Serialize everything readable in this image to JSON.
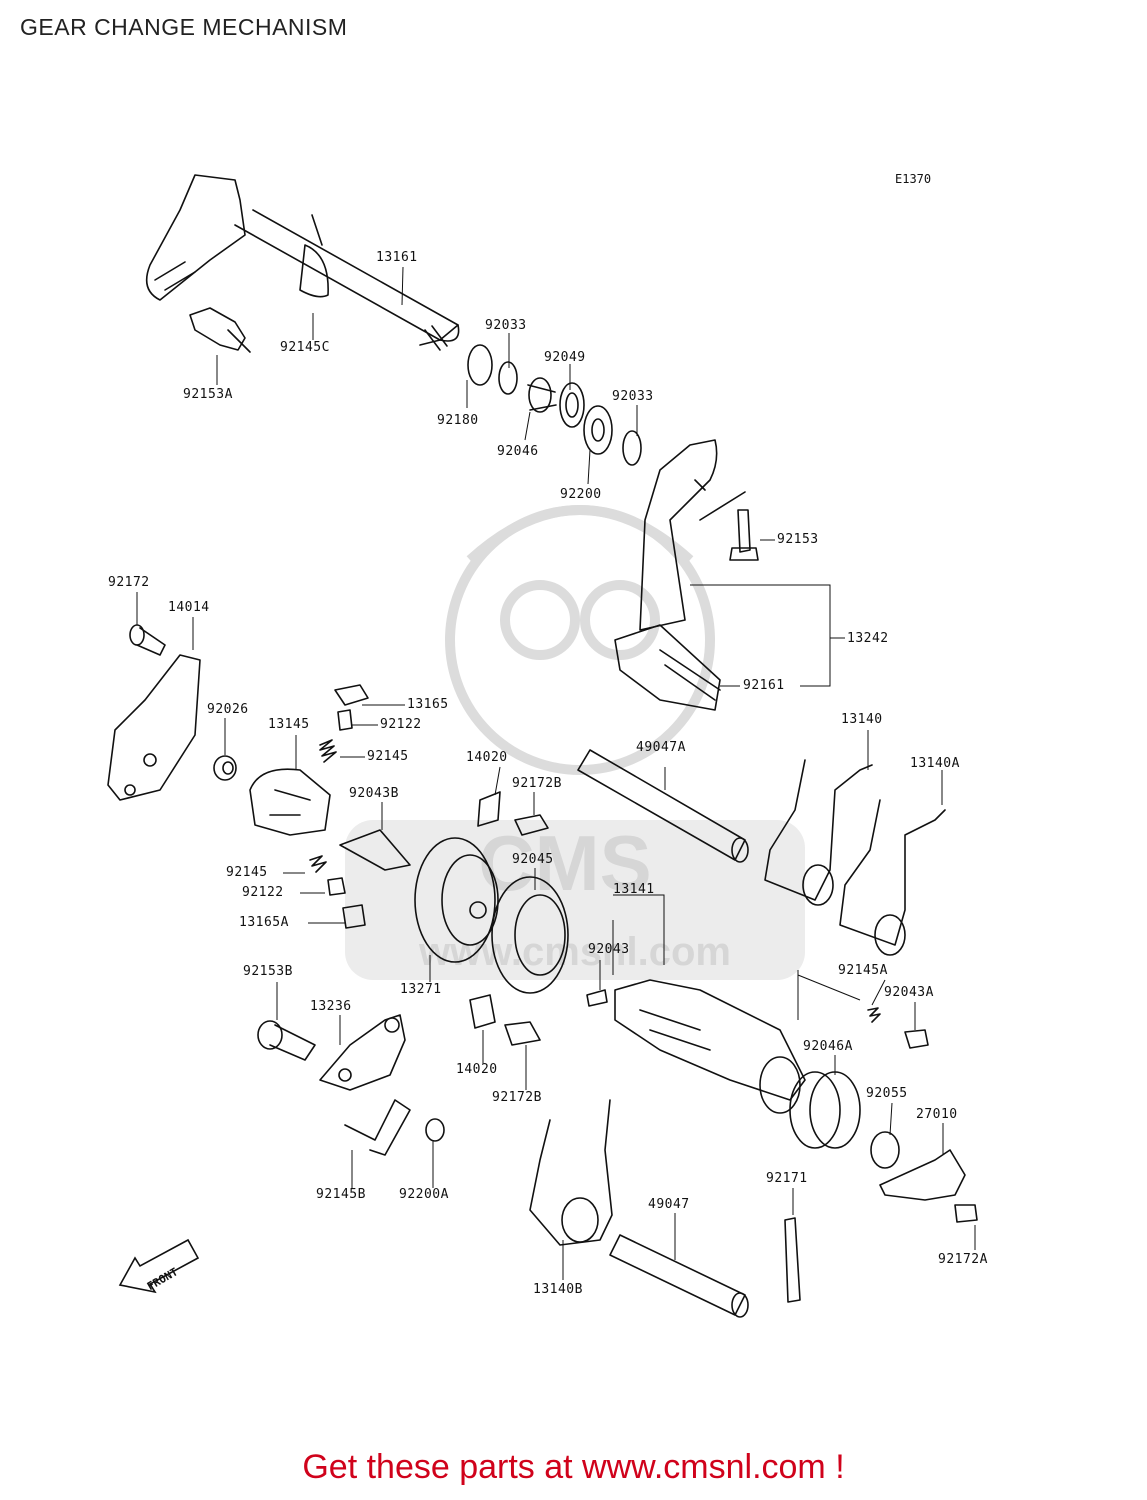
{
  "title": "GEAR CHANGE MECHANISM",
  "diagram_code": "E1370",
  "front_label": "FRONT",
  "watermark": {
    "brand": "CMS",
    "url": "www.cmsnl.com"
  },
  "footer_cta": "Get these parts at www.cmsnl.com !",
  "colors": {
    "line": "#111111",
    "cta": "#d0021b",
    "watermark": "#d9d9d9"
  },
  "parts": [
    {
      "id": "p13161",
      "label": "13161"
    },
    {
      "id": "p92145C",
      "label": "92145C"
    },
    {
      "id": "p92153A",
      "label": "92153A"
    },
    {
      "id": "p92033a",
      "label": "92033"
    },
    {
      "id": "p92049",
      "label": "92049"
    },
    {
      "id": "p92180",
      "label": "92180"
    },
    {
      "id": "p92033b",
      "label": "92033"
    },
    {
      "id": "p92046",
      "label": "92046"
    },
    {
      "id": "p92200",
      "label": "92200"
    },
    {
      "id": "p92153",
      "label": "92153"
    },
    {
      "id": "p13242",
      "label": "13242"
    },
    {
      "id": "p92161",
      "label": "92161"
    },
    {
      "id": "p92172",
      "label": "92172"
    },
    {
      "id": "p14014",
      "label": "14014"
    },
    {
      "id": "p13165",
      "label": "13165"
    },
    {
      "id": "p92026",
      "label": "92026"
    },
    {
      "id": "p13145",
      "label": "13145"
    },
    {
      "id": "p92122a",
      "label": "92122"
    },
    {
      "id": "p92145a",
      "label": "92145"
    },
    {
      "id": "p14020a",
      "label": "14020"
    },
    {
      "id": "p49047A",
      "label": "49047A"
    },
    {
      "id": "p13140",
      "label": "13140"
    },
    {
      "id": "p13140A",
      "label": "13140A"
    },
    {
      "id": "p92172Ba",
      "label": "92172B"
    },
    {
      "id": "p92043B",
      "label": "92043B"
    },
    {
      "id": "p92045",
      "label": "92045"
    },
    {
      "id": "p92145b",
      "label": "92145"
    },
    {
      "id": "p92122b",
      "label": "92122"
    },
    {
      "id": "p13141",
      "label": "13141"
    },
    {
      "id": "p13165A",
      "label": "13165A"
    },
    {
      "id": "p92043",
      "label": "92043"
    },
    {
      "id": "p92145A",
      "label": "92145A"
    },
    {
      "id": "p92043A",
      "label": "92043A"
    },
    {
      "id": "p92153B",
      "label": "92153B"
    },
    {
      "id": "p13271",
      "label": "13271"
    },
    {
      "id": "p13236",
      "label": "13236"
    },
    {
      "id": "p92046A",
      "label": "92046A"
    },
    {
      "id": "p14020b",
      "label": "14020"
    },
    {
      "id": "p92055",
      "label": "92055"
    },
    {
      "id": "p92172Bb",
      "label": "92172B"
    },
    {
      "id": "p27010",
      "label": "27010"
    },
    {
      "id": "p92171",
      "label": "92171"
    },
    {
      "id": "p49047",
      "label": "49047"
    },
    {
      "id": "p92145B",
      "label": "92145B"
    },
    {
      "id": "p92200A",
      "label": "92200A"
    },
    {
      "id": "p13140B",
      "label": "13140B"
    },
    {
      "id": "p92172A",
      "label": "92172A"
    }
  ]
}
